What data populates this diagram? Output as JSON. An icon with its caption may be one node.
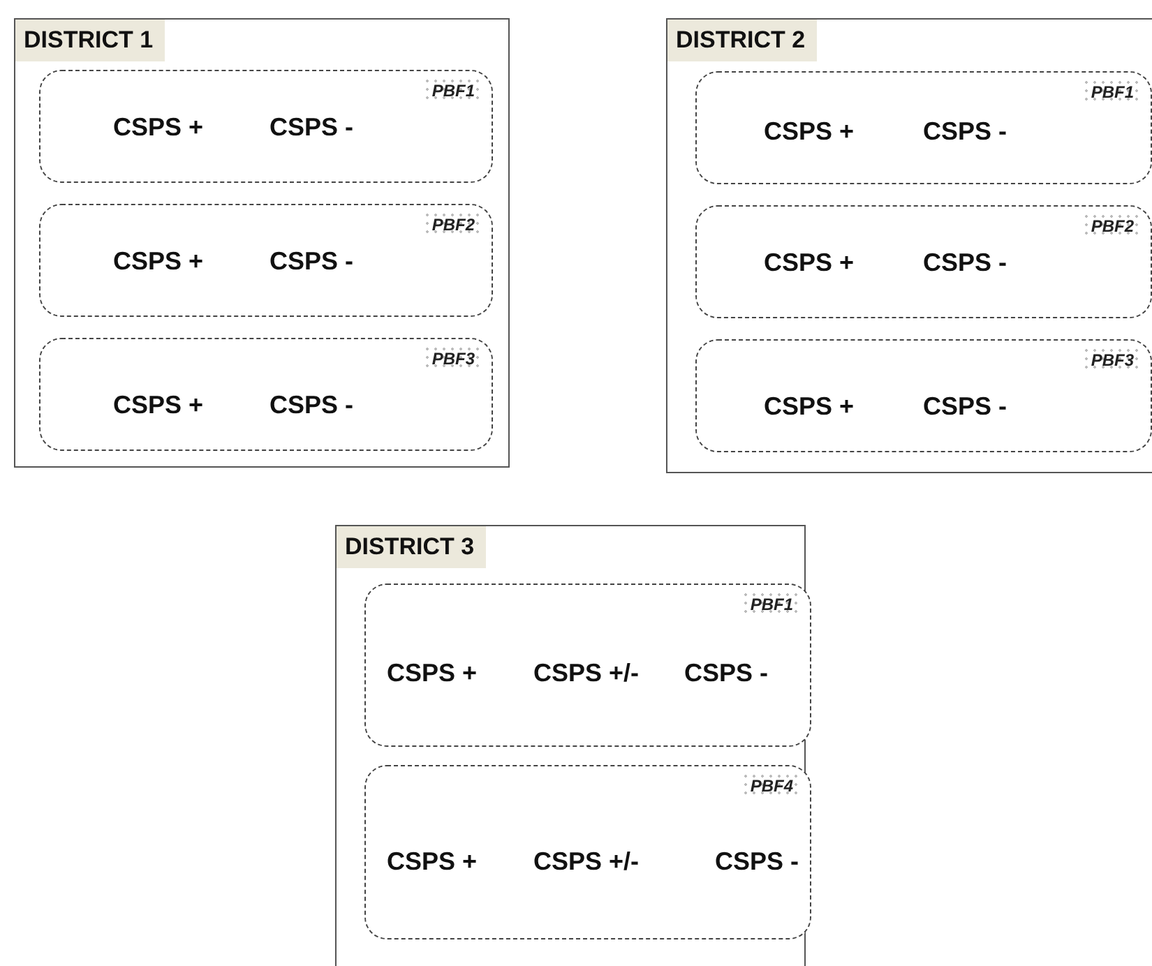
{
  "diagram": {
    "nodes": [
      {
        "text": [
          "DISTRICT 1"
        ]
      },
      {
        "text": [
          "PBF1",
          "CSPS +",
          "CSPS -"
        ],
        "in": 0
      },
      {
        "text": [
          "PBF2",
          "CSPS +",
          "CSPS -"
        ],
        "in": 0
      },
      {
        "text": [
          "PBF3",
          "CSPS +",
          "CSPS -"
        ],
        "in": 0
      },
      {
        "text": [
          "DISTRICT 2"
        ]
      },
      {
        "text": [
          "PBF1",
          "CSPS +",
          "CSPS -"
        ],
        "in": 4
      },
      {
        "text": [
          "PBF2",
          "CSPS +",
          "CSPS -"
        ],
        "in": 4
      },
      {
        "text": [
          "PBF3",
          "CSPS +",
          "CSPS -"
        ],
        "in": 4
      },
      {
        "text": [
          "DISTRICT 3"
        ]
      },
      {
        "text": [
          "PBF1",
          "CSPS +",
          "CSPS +/-",
          "CSPS -"
        ],
        "in": 8
      },
      {
        "text": [
          "PBF4",
          "CSPS +",
          "CSPS +/-",
          "CSPS -"
        ],
        "in": 8
      }
    ]
  }
}
